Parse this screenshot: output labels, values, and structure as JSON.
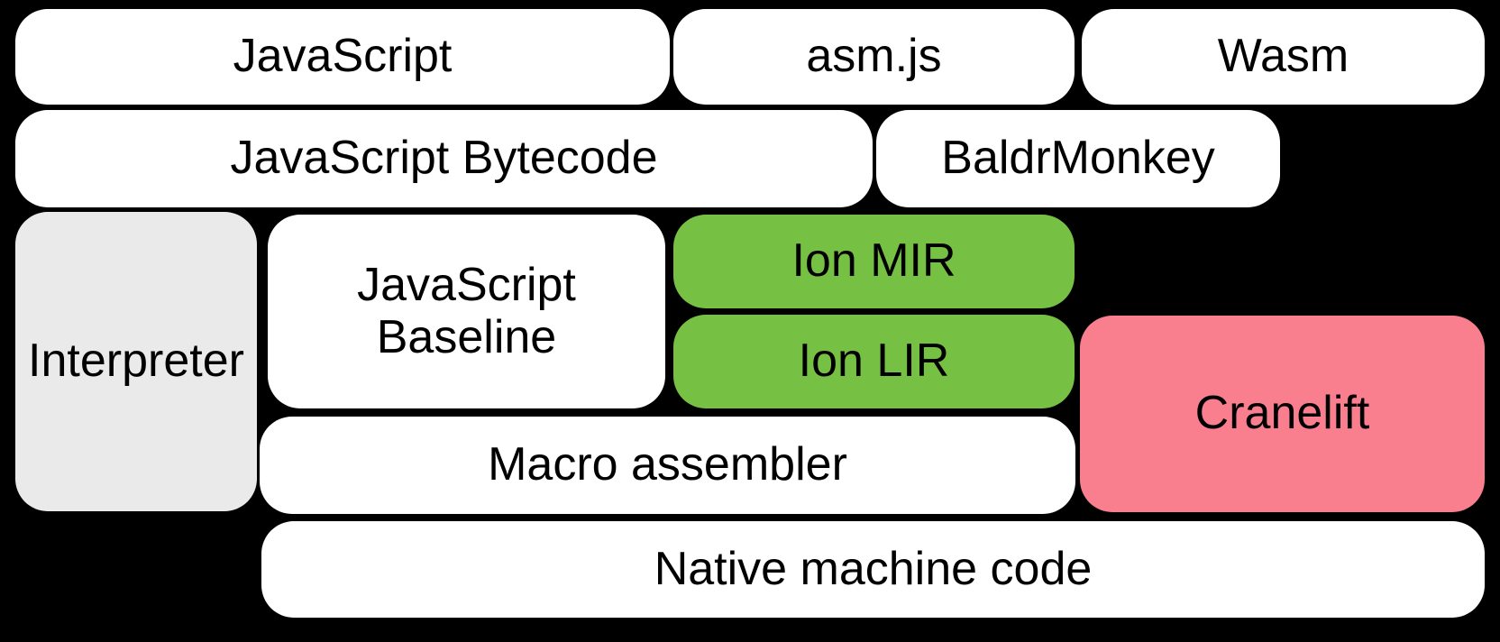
{
  "diagram": {
    "background_color": "#000000",
    "text_color": "#000000",
    "node_colors": {
      "default": "#ffffff",
      "interpreter_gray": "#eaeaea",
      "ion_green": "#76c043",
      "cranelift_pink": "#f97e8e"
    },
    "boxes": {
      "javascript": {
        "label": "JavaScript",
        "fill": "#ffffff"
      },
      "asmjs": {
        "label": "asm.js",
        "fill": "#ffffff"
      },
      "wasm": {
        "label": "Wasm",
        "fill": "#ffffff"
      },
      "js_bytecode": {
        "label": "JavaScript Bytecode",
        "fill": "#ffffff"
      },
      "baldrmonkey": {
        "label": "BaldrMonkey",
        "fill": "#ffffff"
      },
      "interpreter": {
        "label": "Interpreter",
        "fill": "#eaeaea"
      },
      "js_baseline": {
        "label_line1": "JavaScript",
        "label_line2": "Baseline",
        "fill": "#ffffff"
      },
      "ion_mir": {
        "label": "Ion MIR",
        "fill": "#76c043"
      },
      "ion_lir": {
        "label": "Ion LIR",
        "fill": "#76c043"
      },
      "cranelift": {
        "label": "Cranelift",
        "fill": "#f97e8e"
      },
      "macro_assembler": {
        "label": "Macro assembler",
        "fill": "#ffffff"
      },
      "native_machine_code": {
        "label": "Native machine code",
        "fill": "#ffffff"
      }
    }
  }
}
